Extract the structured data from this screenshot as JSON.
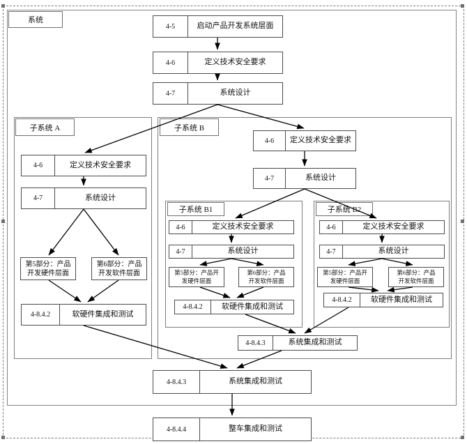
{
  "diagram": {
    "title_note": "ISO 26262 product development flow (system / subsystem levels)",
    "containers": [
      {
        "id": "system",
        "label": "系统"
      },
      {
        "id": "subsysA",
        "label": "子系统 A"
      },
      {
        "id": "subsysB",
        "label": "子系统 B"
      },
      {
        "id": "subsysB1",
        "label": "子系统 B1"
      },
      {
        "id": "subsysB2",
        "label": "子系统 B2"
      }
    ],
    "system_level": [
      {
        "code": "4-5",
        "text": "启动产品开发系统层面"
      },
      {
        "code": "4-6",
        "text": "定义技术安全要求"
      },
      {
        "code": "4-7",
        "text": "系统设计"
      }
    ],
    "subsysA": {
      "steps": [
        {
          "code": "4-6",
          "text": "定义技术安全要求"
        },
        {
          "code": "4-7",
          "text": "系统设计"
        }
      ],
      "parts": [
        {
          "text": "第5部分：产品\n开发硬件层面"
        },
        {
          "text": "第6部分：产品\n开发软件层面"
        }
      ],
      "integration": {
        "code": "4-8.4.2",
        "text": "软硬件集成和测试"
      }
    },
    "subsysB": {
      "steps": [
        {
          "code": "4-6",
          "text": "定义技术安全要求"
        },
        {
          "code": "4-7",
          "text": "系统设计"
        }
      ],
      "integration": {
        "code": "4-8.4.3",
        "text": "系统集成和测试"
      }
    },
    "subsysB1": {
      "steps": [
        {
          "code": "4-6",
          "text": "定义技术安全要求"
        },
        {
          "code": "4-7",
          "text": "系统设计"
        }
      ],
      "parts": [
        {
          "text": "第5部分：产品开\n发硬件层面"
        },
        {
          "text": "第6部分：产品\n开发软件层面"
        }
      ],
      "integration": {
        "code": "4-8.4.2",
        "text": "软硬件集成和测试"
      }
    },
    "subsysB2": {
      "steps": [
        {
          "code": "4-6",
          "text": "定义技术安全要求"
        },
        {
          "code": "4-7",
          "text": "系统设计"
        }
      ],
      "parts": [
        {
          "text": "第5部分：产品开\n发硬件层面"
        },
        {
          "text": "第6部分：产品\n开发软件层面"
        }
      ],
      "integration": {
        "code": "4-8.4.2",
        "text": "软硬件集成和测试"
      }
    },
    "system_integration": {
      "code": "4-8.4.3",
      "text": "系统集成和测试"
    },
    "vehicle_integration": {
      "code": "4-8.4.4",
      "text": "整车集成和测试"
    },
    "colors": {
      "box_border": "#4a4a4a",
      "container_border": "#7d7d7d",
      "arrow": "#000000",
      "page_frame": "#7a7a7a",
      "background": "#ffffff"
    }
  }
}
